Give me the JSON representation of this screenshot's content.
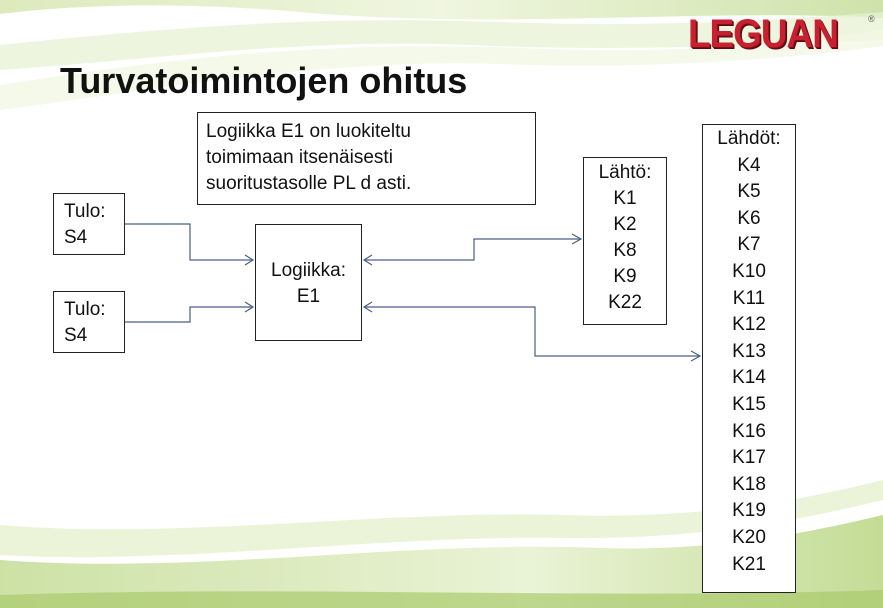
{
  "logo": {
    "text": "LEGUAN",
    "mark": "®"
  },
  "title": "Turvatoimintojen ohitus",
  "note": {
    "lines": [
      "Logiikka E1 on luokiteltu",
      "toimimaan itsenäisesti",
      "suoritustasolle PL d asti."
    ]
  },
  "inputs": [
    {
      "label": "Tulo:",
      "value": "S4"
    },
    {
      "label": "Tulo:",
      "value": "S4"
    }
  ],
  "logic": {
    "label": "Logiikka:",
    "value": "E1"
  },
  "output_single": {
    "label": "Lähtö:",
    "items": [
      "K1",
      "K2",
      "K8",
      "K9",
      "K22"
    ]
  },
  "output_multi": {
    "label": "Lähdöt:",
    "items": [
      "K4",
      "K5",
      "K6",
      "K7",
      "K10",
      "K11",
      "K12",
      "K13",
      "K14",
      "K15",
      "K16",
      "K17",
      "K18",
      "K19",
      "K20",
      "K21"
    ]
  }
}
